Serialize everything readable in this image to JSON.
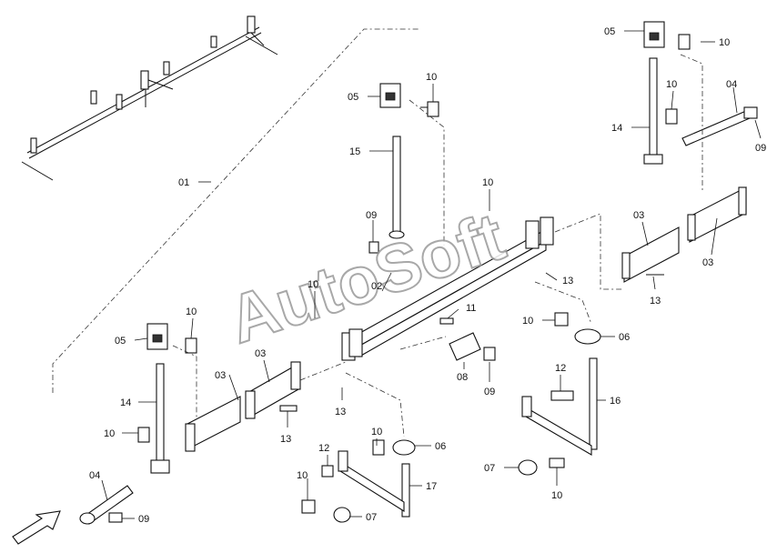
{
  "watermark": "AutoSoft",
  "labels": {
    "p01": "01",
    "p02": "02",
    "p03": "03",
    "p04": "04",
    "p05": "05",
    "p06": "06",
    "p07": "07",
    "p08": "08",
    "p09": "09",
    "p10": "10",
    "p11": "11",
    "p12": "12",
    "p13": "13",
    "p14": "14",
    "p15": "15",
    "p16": "16",
    "p17": "17"
  }
}
